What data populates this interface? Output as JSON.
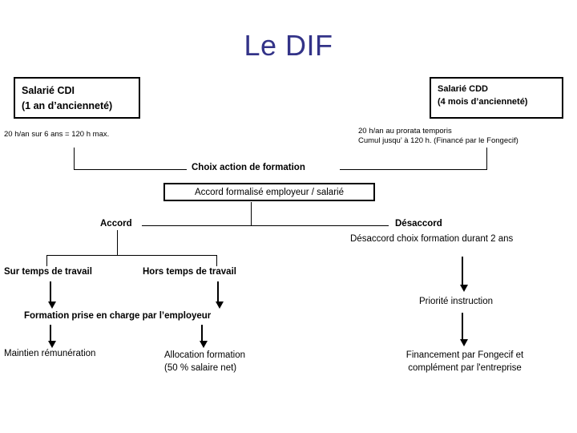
{
  "slide": {
    "title": "Le DIF",
    "title_color": "#333388",
    "background_color": "#ffffff",
    "line_color": "#000000"
  },
  "boxes": {
    "cdi": {
      "line1": "Salarié CDI",
      "line2": "(1 an d’ancienneté)"
    },
    "cdd": {
      "line1": "Salarié CDD",
      "line2": "(4 mois d’ancienneté)"
    },
    "accord_formalise": {
      "label": "Accord formalisé employeur / salarié"
    }
  },
  "notes": {
    "cdi_note": "20 h/an sur 6 ans = 120 h max.",
    "cdd_note_line1": "20 h/an au prorata temporis",
    "cdd_note_line2": "Cumul jusqu’ à 120 h. (Financé par le Fongecif)"
  },
  "labels": {
    "choix_action": "Choix action de formation",
    "accord": "Accord",
    "desaccord": "Désaccord",
    "desaccord_sub": "Désaccord choix formation durant 2 ans",
    "sur_temps_de_travail": "Sur temps de travail",
    "hors_temps_de_travail": "Hors temps de travail",
    "priorite_instruction": "Priorité instruction",
    "formation_prise_en_charge": "Formation prise en charge par l’employeur",
    "maintien_remuneration": "Maintien rémunération",
    "allocation_line1": "Allocation formation",
    "allocation_line2": "(50 % salaire net)",
    "financement_line1": "Financement par Fongecif et",
    "financement_line2": "complément par l'entreprise"
  }
}
